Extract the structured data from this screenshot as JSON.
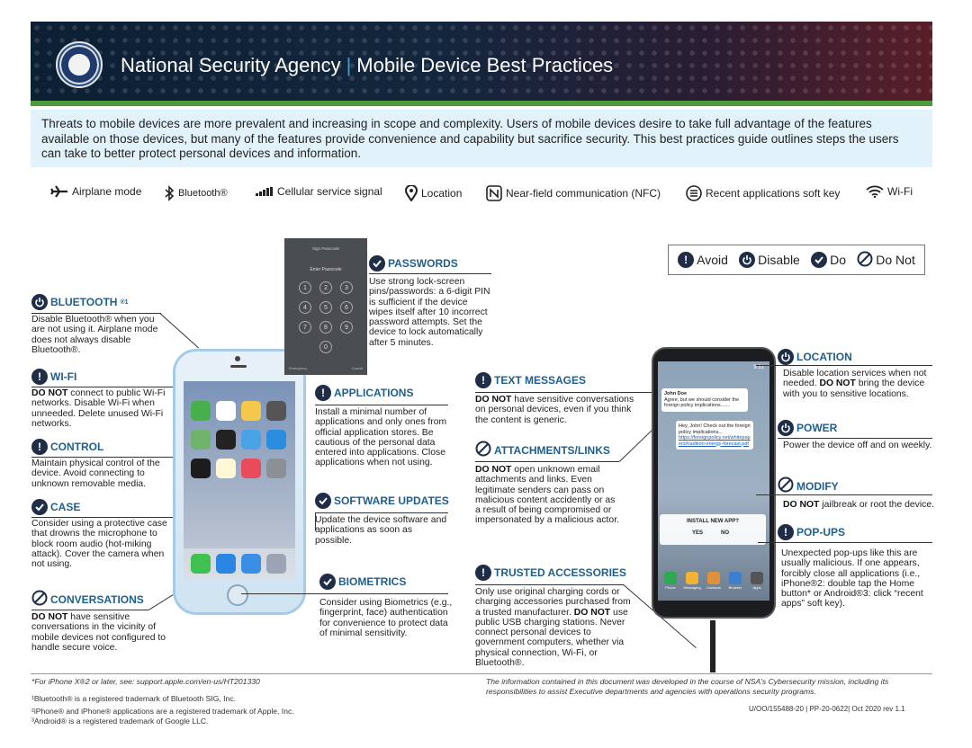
{
  "header": {
    "org": "National Security Agency",
    "separator": "|",
    "title": "Mobile Device Best Practices"
  },
  "intro": "Threats to mobile devices are more prevalent and increasing in scope and complexity. Users of mobile devices desire to take full advantage of the features available on those devices, but many of the features provide convenience and capability but sacrifice security. This best practices guide outlines steps the users can take to better protect personal devices and information.",
  "legend": {
    "airplane": "Airplane mode",
    "bluetooth": "Bluetooth®",
    "cellular": "Cellular service signal",
    "location": "Location",
    "nfc": "Near-field communication (NFC)",
    "recent": "Recent applications soft key",
    "wifi": "Wi-Fi"
  },
  "key": {
    "avoid": "Avoid",
    "disable": "Disable",
    "do": "Do",
    "donot": "Do Not"
  },
  "sections": {
    "bluetooth": {
      "title": "BLUETOOTH",
      "sup": "®1",
      "body": "Disable Bluetooth® when you are not using it. Airplane mode does not always disable Bluetooth®."
    },
    "wifi": {
      "title": "WI-FI",
      "lead": "DO NOT",
      "body": " connect to public Wi-Fi networks. Disable Wi-Fi when unneeded. Delete unused Wi-Fi networks."
    },
    "control": {
      "title": "CONTROL",
      "body": "Maintain physical control of the device. Avoid connecting to unknown removable media."
    },
    "case": {
      "title": "CASE",
      "body": "Consider using a protective case that drowns the microphone to block room audio (hot-miking attack). Cover the camera when not using."
    },
    "conversations": {
      "title": "CONVERSATIONS",
      "lead": "DO NOT",
      "body": " have sensitive conversations in the vicinity of mobile devices not configured to handle secure voice."
    },
    "passwords": {
      "title": "PASSWORDS",
      "body": "Use strong lock-screen pins/passwords: a 6-digit PIN is sufficient if the device wipes itself after 10 incorrect password attempts. Set the device to lock automatically after 5 minutes."
    },
    "applications": {
      "title": "APPLICATIONS",
      "body": "Install a minimal number of applications and only ones from official application stores. Be cautious of the personal data entered into applications. Close applications when not using."
    },
    "updates": {
      "title": "SOFTWARE UPDATES",
      "body": "Update the device software and applications as soon as possible."
    },
    "biometrics": {
      "title": "BIOMETRICS",
      "body": "Consider using Biometrics (e.g., fingerprint, face) authentication for convenience to protect data of minimal sensitivity."
    },
    "texts": {
      "title": "TEXT MESSAGES",
      "lead": "DO NOT",
      "body": " have sensitive conversations on personal devices, even if you think the content is generic."
    },
    "attachments": {
      "title": "ATTACHMENTS/LINKS",
      "lead": "DO NOT",
      "body": " open unknown email attachments and links. Even legitimate senders can pass on malicious content accidently or as a result of being compromised or impersonated by a malicious actor."
    },
    "accessories": {
      "title": "TRUSTED ACCESSORIES",
      "body1": "Only use original charging cords or charging accessories purchased from a trusted manufacturer. ",
      "lead": "DO NOT",
      "body2": " use public USB charging stations. Never connect personal devices to government computers, whether via physical connection, Wi-Fi, or Bluetooth®."
    },
    "location": {
      "title": "LOCATION",
      "body1": "Disable location services when not needed. ",
      "lead": "DO NOT",
      "body2": " bring the device with you to sensitive locations."
    },
    "power": {
      "title": "POWER",
      "body": "Power the device off and on weekly."
    },
    "modify": {
      "title": "MODIFY",
      "lead": "DO NOT",
      "body": " jailbreak or root the device."
    },
    "popups": {
      "title": "POP-UPS",
      "body": "Unexpected pop-ups like this are usually malicious. If one appears, forcibly close all applications (i.e., iPhone®2: double tap the Home button* or Android®3: click “recent apps” soft key)."
    }
  },
  "passcode_screen": {
    "header": "Sign Passcode",
    "prompt": "Enter Passcode",
    "digits": [
      "1",
      "2",
      "3",
      "4",
      "5",
      "6",
      "7",
      "8",
      "9",
      "0"
    ],
    "left_link": "Emergency",
    "right_link": "Cancel"
  },
  "android_screen": {
    "time": "9:31",
    "msg_name": "John Doe",
    "msg_text": "Agree, but we should consider the foreign policy implications.......",
    "reply_text": "Hey, John! Check out the foreign policy implications...",
    "reply_link": "https://foreignpolicy.net/whitepapers/tradition-energy-forecast.pdf",
    "popup_title": "INSTALL NEW APP?",
    "popup_yes": "YES",
    "popup_no": "NO",
    "dock": [
      "Phone",
      "Messaging",
      "Contacts",
      "Browser",
      "Apps"
    ]
  },
  "footer": {
    "iphone_note": "*For iPhone X®2 or later, see: support.apple.com/en-us/HT201330",
    "tm1": "¹Bluetooth® is a registered trademark of Bluetooth SIG, Inc.",
    "tm2": "²iPhone® and iPhone® applications are a registered trademark of Apple, Inc.",
    "tm3": "³Android® is a registered trademark of Google LLC.",
    "info": "The information contained in this document was developed in the course of NSA's Cybersecurity mission, including its responsibilities to assist Executive departments and agencies with operations security programs.",
    "docid": "U/OO/155488-20 | PP-20-0622| Oct 2020 rev 1.1"
  }
}
